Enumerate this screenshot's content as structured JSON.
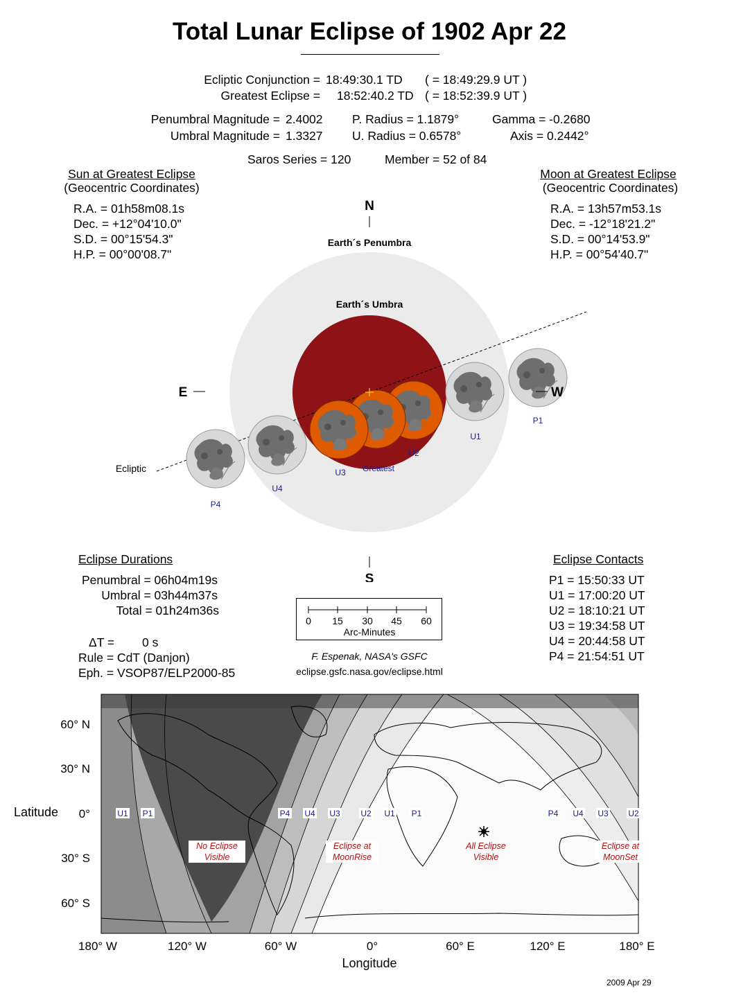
{
  "title": "Total Lunar Eclipse of  1902 Apr 22",
  "header": {
    "conj_label": "Ecliptic Conjunction =",
    "conj_td": "18:49:30.1 TD",
    "conj_ut": "( = 18:49:29.9 UT )",
    "ge_label": "Greatest Eclipse =",
    "ge_td": "18:52:40.2 TD",
    "ge_ut": "( = 18:52:39.9 UT )",
    "pen_mag_label": "Penumbral Magnitude =",
    "pen_mag": "2.4002",
    "umb_mag_label": "Umbral Magnitude =",
    "umb_mag": "1.3327",
    "p_radius": "P. Radius = 1.1879°",
    "u_radius": "U. Radius = 0.6578°",
    "gamma": "Gamma = -0.2680",
    "axis": "Axis =  0.2442°",
    "saros": "Saros Series = 120",
    "member": "Member = 52 of 84"
  },
  "sun": {
    "heading": "Sun at Greatest Eclipse",
    "sub": "(Geocentric Coordinates)",
    "ra": "R.A. =  01h58m08.1s",
    "dec": "Dec. = +12°04'10.0\"",
    "sd": "S.D. =  00°15'54.3\"",
    "hp": "H.P. =  00°00'08.7\""
  },
  "moon": {
    "heading": "Moon at Greatest Eclipse",
    "sub": "(Geocentric Coordinates)",
    "ra": "R.A. =  13h57m53.1s",
    "dec": "Dec. = -12°18'21.2\"",
    "sd": "S.D. =  00°14'53.9\"",
    "hp": "H.P. =  00°54'40.7\""
  },
  "diagram": {
    "north": "N",
    "south": "S",
    "east": "E",
    "west": "W",
    "penumbra_label": "Earth´s Penumbra",
    "umbra_label": "Earth´s Umbra",
    "ecliptic_label": "Ecliptic",
    "greatest_label": "Greatest",
    "contacts": {
      "p1": "P1",
      "u1": "U1",
      "u2": "U2",
      "u3": "U3",
      "u4": "U4",
      "p4": "P4"
    },
    "colors": {
      "penumbra": "#ebebeb",
      "umbra": "#8e1216",
      "moon_eclipsed": "#e05a00",
      "moon_gray": "#d8d8d8",
      "label_blue": "#1a1a9a"
    }
  },
  "durations": {
    "heading": "Eclipse Durations",
    "penumbral": "Penumbral = 06h04m19s",
    "umbral": "Umbral = 03h44m37s",
    "total": "Total = 01h24m36s",
    "dt_label": "ΔT =",
    "dt_value": "0 s",
    "rule": "Rule = CdT (Danjon)",
    "eph": "Eph. = VSOP87/ELP2000-85"
  },
  "scale": {
    "ticks": [
      "0",
      "15",
      "30",
      "45",
      "60"
    ],
    "label": "Arc-Minutes"
  },
  "credit": {
    "author": "F. Espenak, NASA's GSFC",
    "url": "eclipse.gsfc.nasa.gov/eclipse.html"
  },
  "contacts": {
    "heading": "Eclipse Contacts",
    "p1": "P1 = 15:50:33 UT",
    "u1": "U1 = 17:00:20 UT",
    "u2": "U2 = 18:10:21 UT",
    "u3": "U3 = 19:34:58 UT",
    "u4": "U4 = 20:44:58 UT",
    "p4": "P4 = 21:54:51 UT"
  },
  "map": {
    "lat_labels": [
      "60° N",
      "30° N",
      "0°",
      "30° S",
      "60° S"
    ],
    "lon_labels": [
      "180° W",
      "120° W",
      "60° W",
      "0°",
      "60° E",
      "120° E",
      "180° E"
    ],
    "ylabel": "Latitude",
    "xlabel": "Longitude",
    "contact_labels": [
      "U1",
      "P1",
      "P4",
      "U4",
      "U3",
      "U2",
      "U1",
      "P1",
      "P4",
      "U4",
      "U3",
      "U2"
    ],
    "zone_labels": {
      "none_1": "No Eclipse",
      "none_2": "Visible",
      "rise_1": "Eclipse at",
      "rise_2": "MoonRise",
      "all_1": "All Eclipse",
      "all_2": "Visible",
      "set_1": "Eclipse at",
      "set_2": "MoonSet"
    },
    "colors": {
      "zone_text": "#b01010",
      "night": "#4a4a4a"
    }
  },
  "footer_date": "2009 Apr 29"
}
